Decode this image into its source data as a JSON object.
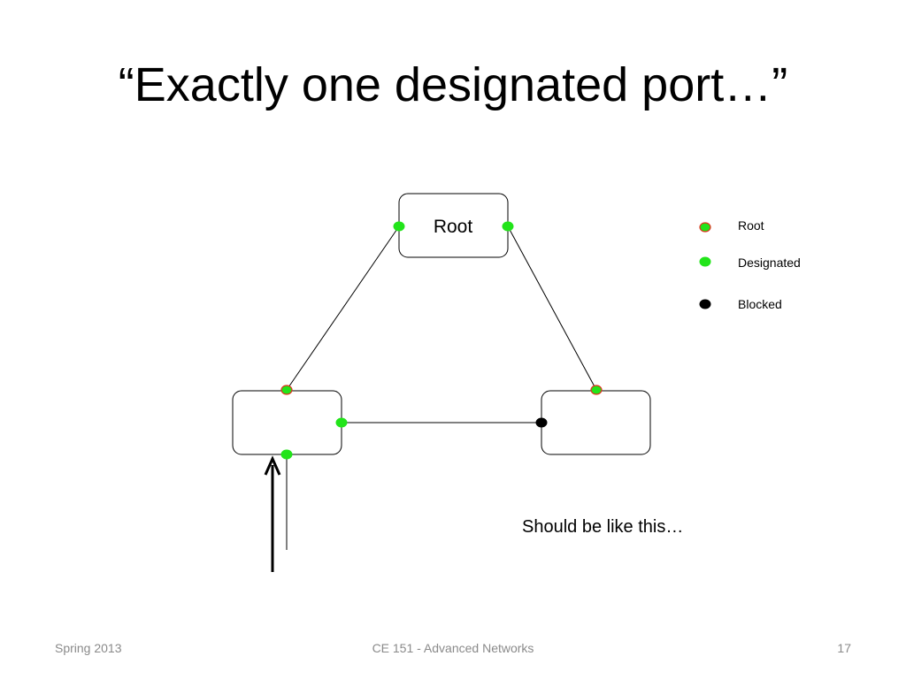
{
  "slide": {
    "title": "“Exactly one designated port…”",
    "caption": "Should be like this…",
    "footer": {
      "left": "Spring 2013",
      "center": "CE 151 - Advanced Networks",
      "page_number": "17"
    }
  },
  "diagram": {
    "root_switch_label": "Root",
    "legend": [
      {
        "label": "Root",
        "kind": "root-port"
      },
      {
        "label": "Designated",
        "kind": "designated-port"
      },
      {
        "label": "Blocked",
        "kind": "blocked-port"
      }
    ],
    "colors": {
      "designated": "#22e41a",
      "root_port_fill": "#22e41a",
      "root_port_outline": "#e0321e",
      "blocked": "#000000",
      "footer_text": "#8a8a8a"
    }
  }
}
